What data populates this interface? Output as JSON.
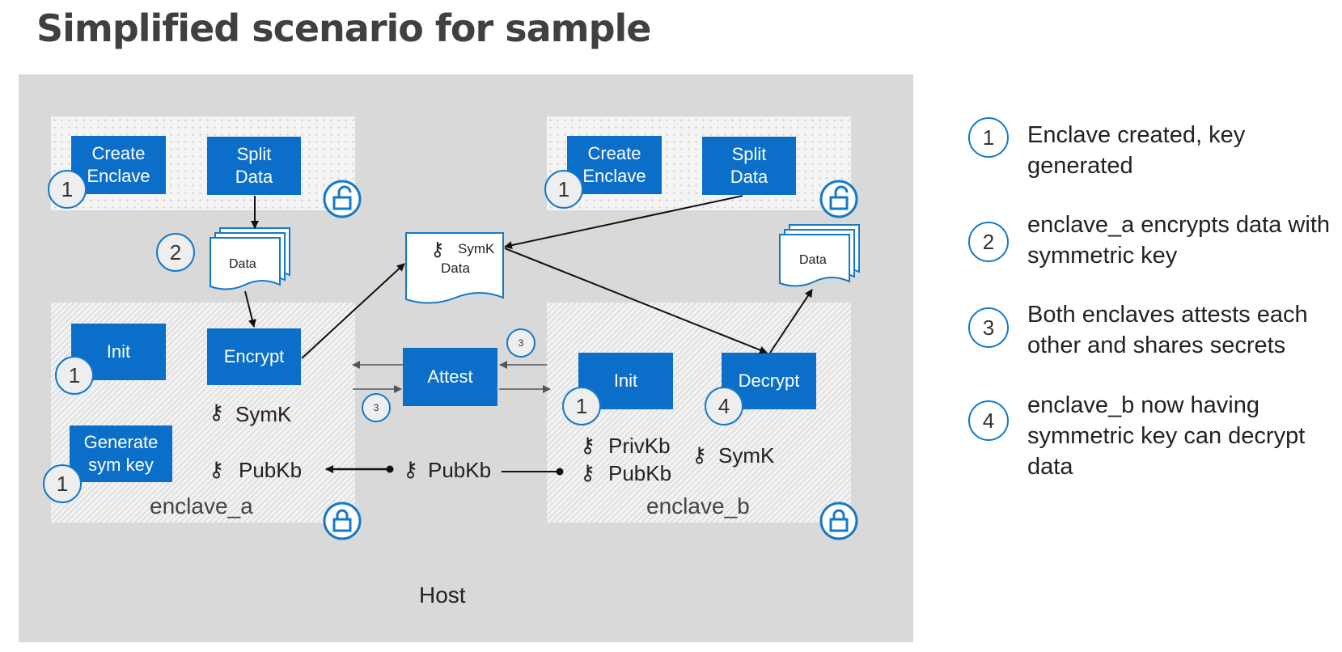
{
  "title": "Simplified scenario for sample",
  "host_label": "Host",
  "enclave_a": {
    "name": "enclave_a",
    "create_enclave": "Create\nEnclave",
    "split_data": "Split\nData",
    "data_doc": "Data",
    "init": "Init",
    "encrypt": "Encrypt",
    "generate_sym_key": "Generate\nsym key",
    "symk": "SymK",
    "pubkb": "PubKb"
  },
  "enclave_b": {
    "name": "enclave_b",
    "create_enclave": "Create\nEnclave",
    "split_data": "Split\nData",
    "data_doc": "Data",
    "init": "Init",
    "decrypt": "Decrypt",
    "privkb": "PrivKb",
    "pubkb": "PubKb",
    "symk": "SymK"
  },
  "middle": {
    "attest": "Attest",
    "pubkb": "PubKb",
    "doc_symk": "SymK",
    "doc_data": "Data",
    "step_small": "3"
  },
  "steps": {
    "one": "1",
    "two": "2",
    "four": "4"
  },
  "legend": [
    {
      "num": "1",
      "text": "Enclave created, key generated"
    },
    {
      "num": "2",
      "text": "enclave_a encrypts data with symmetric key"
    },
    {
      "num": "3",
      "text": "Both enclaves attests each other and shares secrets"
    },
    {
      "num": "4",
      "text": "enclave_b now having symmetric key can decrypt data"
    }
  ],
  "colors": {
    "box": "#0b6ec9",
    "circle_border": "#1479c7",
    "host_bg": "#d9d9d9"
  }
}
